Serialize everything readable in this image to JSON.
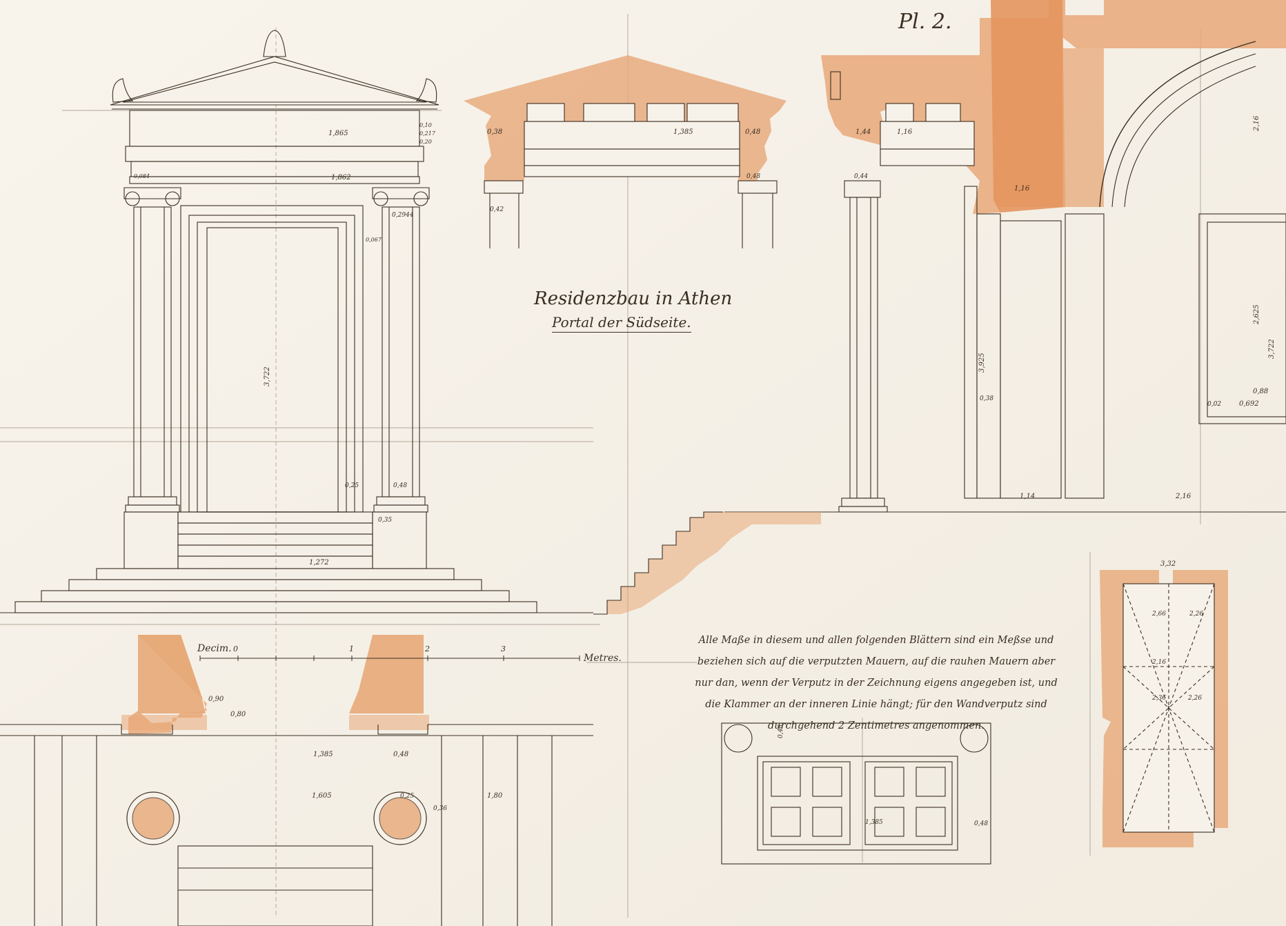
{
  "sheet": {
    "plate_label": "Pl. 2.",
    "title": "Residenzbau in Athen",
    "subtitle": "Portal der Südseite.",
    "note": "Alle Maße in diesem und allen folgenden Blättern sind ein Meßse und beziehen sich auf die verputzten Mauern, auf die rauhen Mauern aber nur dan, wenn der Verputz in der Zeichnung eigens angegeben ist, und die Klammer an der inneren Linie hängt; für den Wandverputz sind durchgehend 2 Zentimetres angenommen."
  },
  "scale_bar": {
    "start_label": "Decim.",
    "end_label": "Metres.",
    "ticks": [
      "0",
      "1",
      "2",
      "3"
    ]
  },
  "dimensions": {
    "elevation": [
      "1,865",
      "1,862",
      "3,722",
      "1,272",
      "0,48",
      "0,35",
      "0,25",
      "0,2944",
      "0,067",
      "0,084",
      "0,10",
      "0,217",
      "0,20"
    ],
    "section": [
      "0,38",
      "1,385",
      "0,48",
      "1,44",
      "1,16",
      "0,48",
      "0,44",
      "0,42"
    ],
    "side": [
      "2,16",
      "1,14",
      "2,16",
      "0,88",
      "0,692",
      "0,02",
      "0,38",
      "1,16",
      "2,625",
      "3,722",
      "3,925"
    ],
    "plan": [
      "0,90",
      "0,80",
      "1,385",
      "0,48",
      "1,605",
      "1,80",
      "0,25",
      "0,36"
    ],
    "door": [
      "0,48",
      "1,385",
      "0,48"
    ],
    "right_plan": [
      "3,32",
      "2,66",
      "2,26",
      "2,16",
      "2,36",
      "2,26"
    ]
  },
  "colors": {
    "paper": "#f6f1e8",
    "ink": "#3a2e22",
    "wash": "#e7a878"
  }
}
